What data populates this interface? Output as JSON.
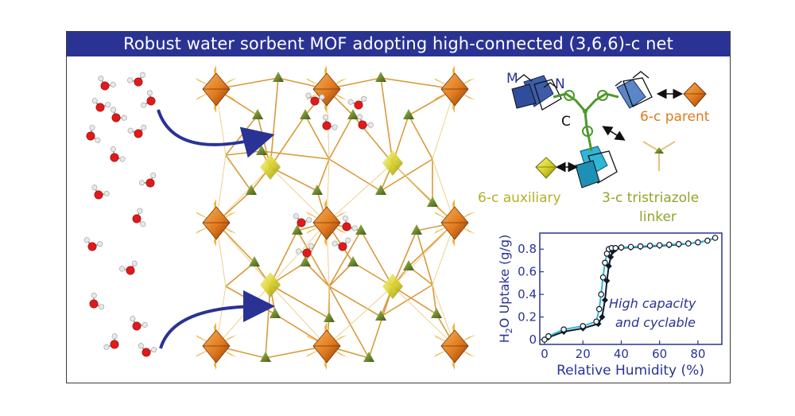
{
  "title": "Robust water sorbent MOF adopting high-connected (3,6,6)-c net",
  "linker_labels": {
    "m": "M",
    "n": "N",
    "c": "C"
  },
  "legend": {
    "parent": "6-c parent",
    "auxiliary": "6-c auxiliary",
    "linker_line1": "3-c tristriazole",
    "linker_line2": "linker"
  },
  "colors": {
    "title_bg": "#2a3394",
    "parent": "#e07a1e",
    "auxiliary": "#c9c418",
    "linker": "#6b8a2b",
    "label_orange": "#e07a1e",
    "label_olive": "#9aa62a",
    "plot_axis": "#2a3394",
    "series_dark": "#0d1a2a",
    "series_cyan": "#2fb6d8"
  },
  "chart_data": {
    "type": "line",
    "xlabel": "Relative Humidity (%)",
    "ylabel_main": "H",
    "ylabel_sub": "2",
    "ylabel_rest": "O Uptake (g/g)",
    "xticks": [
      "0",
      "20",
      "40",
      "60",
      "80"
    ],
    "yticks": [
      "0",
      "0.2",
      "0.4",
      "0.6",
      "0.8"
    ],
    "xlim": [
      0,
      90
    ],
    "ylim": [
      0,
      0.9
    ],
    "annotation_line1": "High capacity",
    "annotation_line2": "and cyclable",
    "series": [
      {
        "x": [
          0,
          2,
          10,
          20,
          27,
          28.5,
          29.5,
          30.5,
          31.5,
          32.5,
          33.5,
          35,
          37,
          40,
          45,
          50,
          55,
          60,
          65,
          70,
          75,
          80,
          85,
          89
        ],
        "y": [
          0,
          0.03,
          0.09,
          0.12,
          0.16,
          0.27,
          0.4,
          0.55,
          0.68,
          0.76,
          0.8,
          0.81,
          0.81,
          0.815,
          0.82,
          0.825,
          0.83,
          0.835,
          0.84,
          0.845,
          0.85,
          0.86,
          0.875,
          0.9
        ]
      },
      {
        "x": [
          0,
          2,
          10,
          20,
          28,
          30,
          31.5,
          32.5,
          33.5,
          34.5,
          35.5,
          37,
          40,
          45,
          50,
          55,
          60,
          65,
          70,
          75,
          80,
          85,
          89
        ],
        "y": [
          0,
          0.02,
          0.07,
          0.1,
          0.14,
          0.2,
          0.35,
          0.52,
          0.65,
          0.73,
          0.78,
          0.8,
          0.81,
          0.815,
          0.82,
          0.825,
          0.83,
          0.835,
          0.84,
          0.85,
          0.86,
          0.875,
          0.9
        ]
      }
    ]
  }
}
